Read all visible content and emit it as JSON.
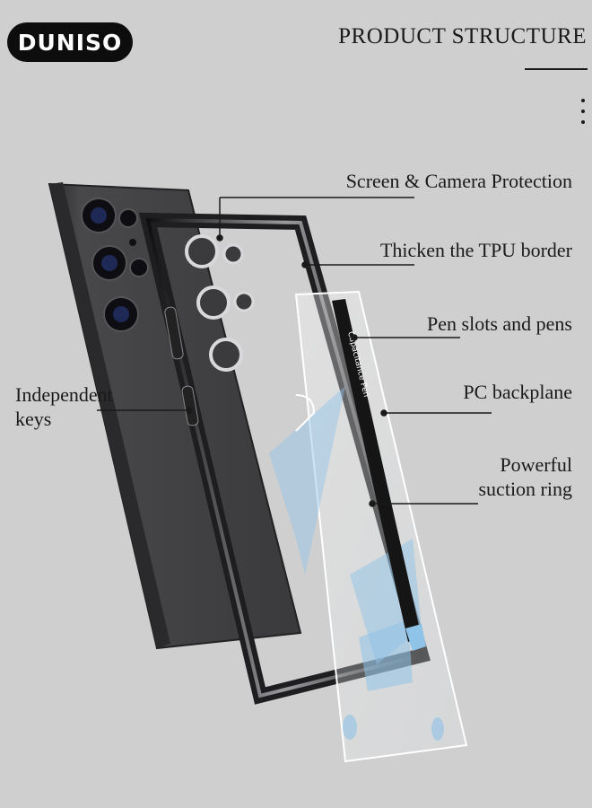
{
  "brand": {
    "logo_text": "DUNISO"
  },
  "header": {
    "title": "PRODUCT STRUCTURE"
  },
  "labels": {
    "screen_camera": "Screen & Camera Protection",
    "tpu_border": "Thicken the TPU border",
    "pen_slots": "Pen slots and pens",
    "pc_backplane": "PC backplane",
    "suction_ring_line1": "Powerful",
    "suction_ring_line2": "suction ring",
    "independent_keys_line1": "Independent",
    "independent_keys_line2": "keys"
  },
  "pen": {
    "print": "Capacitance Pen"
  },
  "colors": {
    "background": "#cfcfcf",
    "phone_body": "#3d3d3f",
    "frame": "#1e1e20",
    "accent_blue": "#8fc3e8",
    "text": "#1a1a1a"
  }
}
